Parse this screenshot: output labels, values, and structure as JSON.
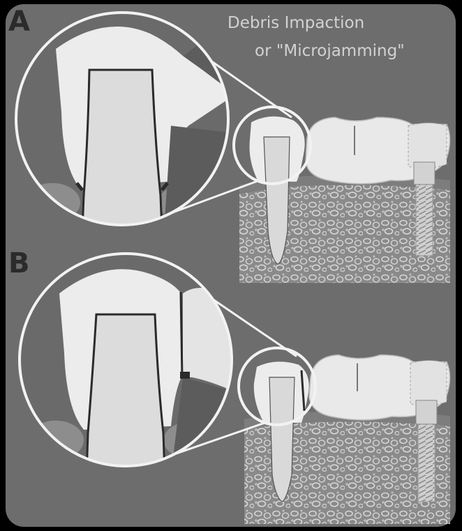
{
  "figure": {
    "caption_line1": "Debris Impaction",
    "caption_line2": "or \"Microjamming\"",
    "label_a": "A",
    "label_b": "B"
  },
  "colors": {
    "background": "#000000",
    "panel": "#6d6d6d",
    "tooth": "#e9e9e9",
    "root": "#d8d8d8",
    "bone": "#888888",
    "outline": "#f2f2f2",
    "dark": "#2b2b2b",
    "text": "#d2d2d2"
  }
}
